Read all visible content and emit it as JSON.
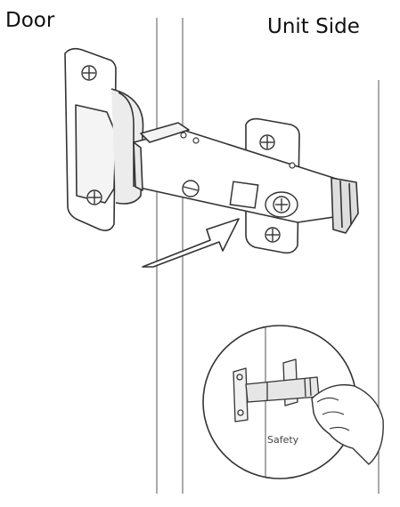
{
  "labels": {
    "door": "Door",
    "unit_side": "Unit Side",
    "safety": "Safety"
  },
  "colors": {
    "ink": "#3a3a3a",
    "fill": "#ffffff",
    "shade": "#e6e6e6"
  },
  "icons": [
    "screw-icon",
    "arrow-icon",
    "hand-icon"
  ]
}
